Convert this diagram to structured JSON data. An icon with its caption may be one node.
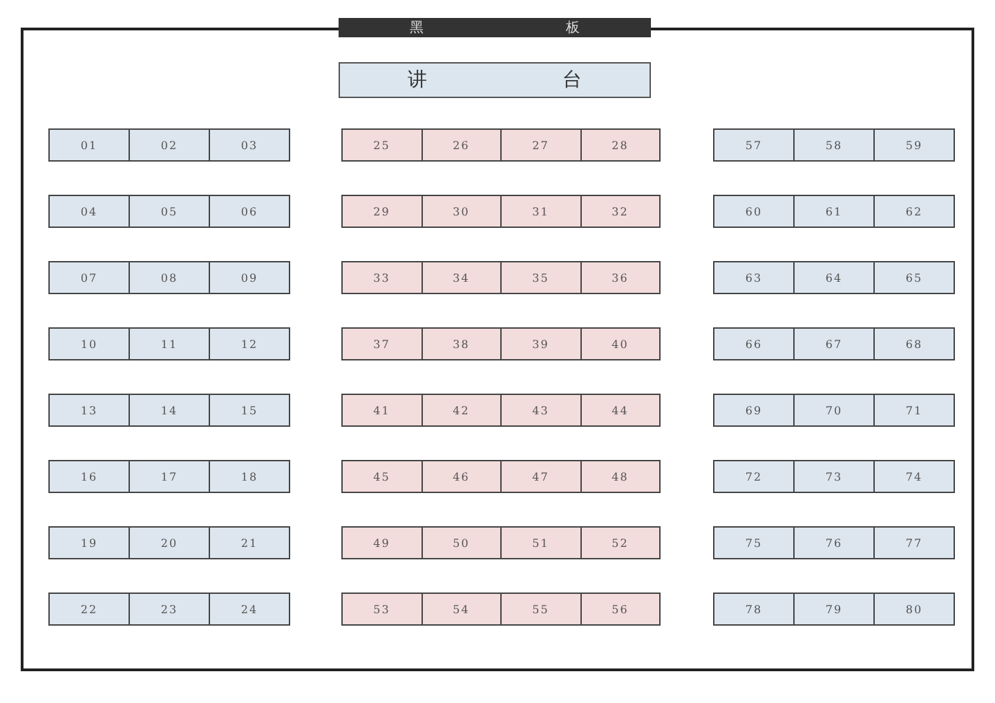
{
  "diagram": {
    "nodes": [
      {
        "text": [
          "黑",
          "板"
        ]
      },
      {
        "text": [
          "讲",
          "台"
        ]
      },
      {
        "text": [
          "01"
        ]
      },
      {
        "text": [
          "02"
        ]
      },
      {
        "text": [
          "03"
        ]
      },
      {
        "text": [
          "04"
        ]
      },
      {
        "text": [
          "05"
        ]
      },
      {
        "text": [
          "06"
        ]
      },
      {
        "text": [
          "07"
        ]
      },
      {
        "text": [
          "08"
        ]
      },
      {
        "text": [
          "09"
        ]
      },
      {
        "text": [
          "10"
        ]
      },
      {
        "text": [
          "11"
        ]
      },
      {
        "text": [
          "12"
        ]
      },
      {
        "text": [
          "13"
        ]
      },
      {
        "text": [
          "14"
        ]
      },
      {
        "text": [
          "15"
        ]
      },
      {
        "text": [
          "16"
        ]
      },
      {
        "text": [
          "17"
        ]
      },
      {
        "text": [
          "18"
        ]
      },
      {
        "text": [
          "19"
        ]
      },
      {
        "text": [
          "20"
        ]
      },
      {
        "text": [
          "21"
        ]
      },
      {
        "text": [
          "22"
        ]
      },
      {
        "text": [
          "23"
        ]
      },
      {
        "text": [
          "24"
        ]
      },
      {
        "text": [
          "25"
        ]
      },
      {
        "text": [
          "26"
        ]
      },
      {
        "text": [
          "27"
        ]
      },
      {
        "text": [
          "28"
        ]
      },
      {
        "text": [
          "29"
        ]
      },
      {
        "text": [
          "30"
        ]
      },
      {
        "text": [
          "31"
        ]
      },
      {
        "text": [
          "32"
        ]
      },
      {
        "text": [
          "33"
        ]
      },
      {
        "text": [
          "34"
        ]
      },
      {
        "text": [
          "35"
        ]
      },
      {
        "text": [
          "36"
        ]
      },
      {
        "text": [
          "37"
        ]
      },
      {
        "text": [
          "38"
        ]
      },
      {
        "text": [
          "39"
        ]
      },
      {
        "text": [
          "40"
        ]
      },
      {
        "text": [
          "41"
        ]
      },
      {
        "text": [
          "42"
        ]
      },
      {
        "text": [
          "43"
        ]
      },
      {
        "text": [
          "44"
        ]
      },
      {
        "text": [
          "45"
        ]
      },
      {
        "text": [
          "46"
        ]
      },
      {
        "text": [
          "47"
        ]
      },
      {
        "text": [
          "48"
        ]
      },
      {
        "text": [
          "49"
        ]
      },
      {
        "text": [
          "50"
        ]
      },
      {
        "text": [
          "51"
        ]
      },
      {
        "text": [
          "52"
        ]
      },
      {
        "text": [
          "53"
        ]
      },
      {
        "text": [
          "54"
        ]
      },
      {
        "text": [
          "55"
        ]
      },
      {
        "text": [
          "56"
        ]
      },
      {
        "text": [
          "57"
        ]
      },
      {
        "text": [
          "58"
        ]
      },
      {
        "text": [
          "59"
        ]
      },
      {
        "text": [
          "60"
        ]
      },
      {
        "text": [
          "61"
        ]
      },
      {
        "text": [
          "62"
        ]
      },
      {
        "text": [
          "63"
        ]
      },
      {
        "text": [
          "64"
        ]
      },
      {
        "text": [
          "65"
        ]
      },
      {
        "text": [
          "66"
        ]
      },
      {
        "text": [
          "67"
        ]
      },
      {
        "text": [
          "68"
        ]
      },
      {
        "text": [
          "69"
        ]
      },
      {
        "text": [
          "70"
        ]
      },
      {
        "text": [
          "71"
        ]
      },
      {
        "text": [
          "72"
        ]
      },
      {
        "text": [
          "73"
        ]
      },
      {
        "text": [
          "74"
        ]
      },
      {
        "text": [
          "75"
        ]
      },
      {
        "text": [
          "76"
        ]
      },
      {
        "text": [
          "77"
        ]
      },
      {
        "text": [
          "78"
        ]
      },
      {
        "text": [
          "79"
        ]
      },
      {
        "text": [
          "80"
        ]
      }
    ]
  }
}
